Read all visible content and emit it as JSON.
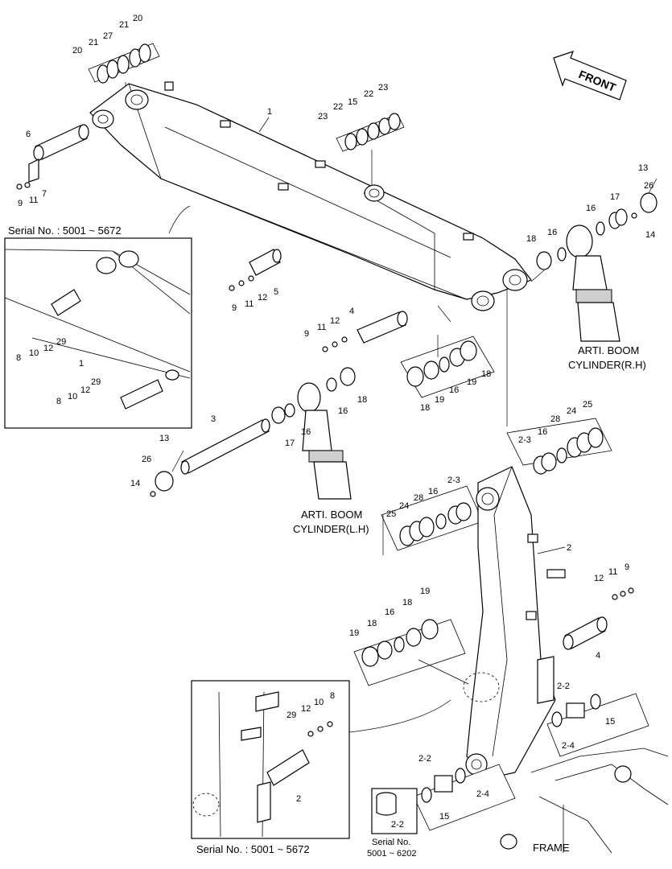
{
  "diagram": {
    "front_label": "FRONT",
    "inset_top": {
      "serial": "Serial No. : 5001 ~ 5672",
      "labels": [
        "1",
        "8",
        "10",
        "12",
        "29",
        "8",
        "10",
        "12",
        "29"
      ]
    },
    "inset_bottom": {
      "serial": "Serial No. : 5001 ~ 5672",
      "labels": [
        "8",
        "10",
        "12",
        "29",
        "2"
      ]
    },
    "small_inset": {
      "part": "2-2",
      "serial_line1": "Serial No.",
      "serial_line2": "5001 ~ 6202"
    },
    "cylinder_rh": [
      "ARTI. BOOM",
      "CYLINDER(R.H)"
    ],
    "cylinder_lh": [
      "ARTI. BOOM",
      "CYLINDER(L.H)"
    ],
    "frame_label": "FRAME",
    "callouts": {
      "top_stack": [
        "20",
        "21",
        "27",
        "21",
        "20"
      ],
      "mid_stack": [
        "23",
        "22",
        "15",
        "22",
        "23"
      ],
      "boom": "1",
      "pin6": "6",
      "pin6_hw": [
        "9",
        "11",
        "7"
      ],
      "pin5": "5",
      "pin5_hw": [
        "9",
        "11",
        "12"
      ],
      "pin4": "4",
      "pin4_hw": [
        "9",
        "11",
        "12"
      ],
      "rh_top": [
        "13",
        "26",
        "16",
        "17",
        "14"
      ],
      "rh_left": [
        "18",
        "16"
      ],
      "ring_group": [
        "19",
        "18",
        "16",
        "18",
        "19"
      ],
      "lh_group": [
        "18",
        "16",
        "17",
        "16"
      ],
      "pin3": "3",
      "pin3_hw": [
        "13",
        "26",
        "14"
      ],
      "bush_right": [
        "2-3",
        "16",
        "28",
        "24",
        "25"
      ],
      "bush_left": [
        "25",
        "24",
        "28",
        "16",
        "2-3"
      ],
      "arm": "2",
      "pin4b_hw": [
        "12",
        "11",
        "9"
      ],
      "pin4b": "4",
      "low_rings": [
        "19",
        "18",
        "16",
        "18",
        "19"
      ],
      "lower_right": [
        "2-2",
        "15",
        "2-4"
      ],
      "lower_left": [
        "2-2",
        "15",
        "2-4"
      ]
    }
  }
}
